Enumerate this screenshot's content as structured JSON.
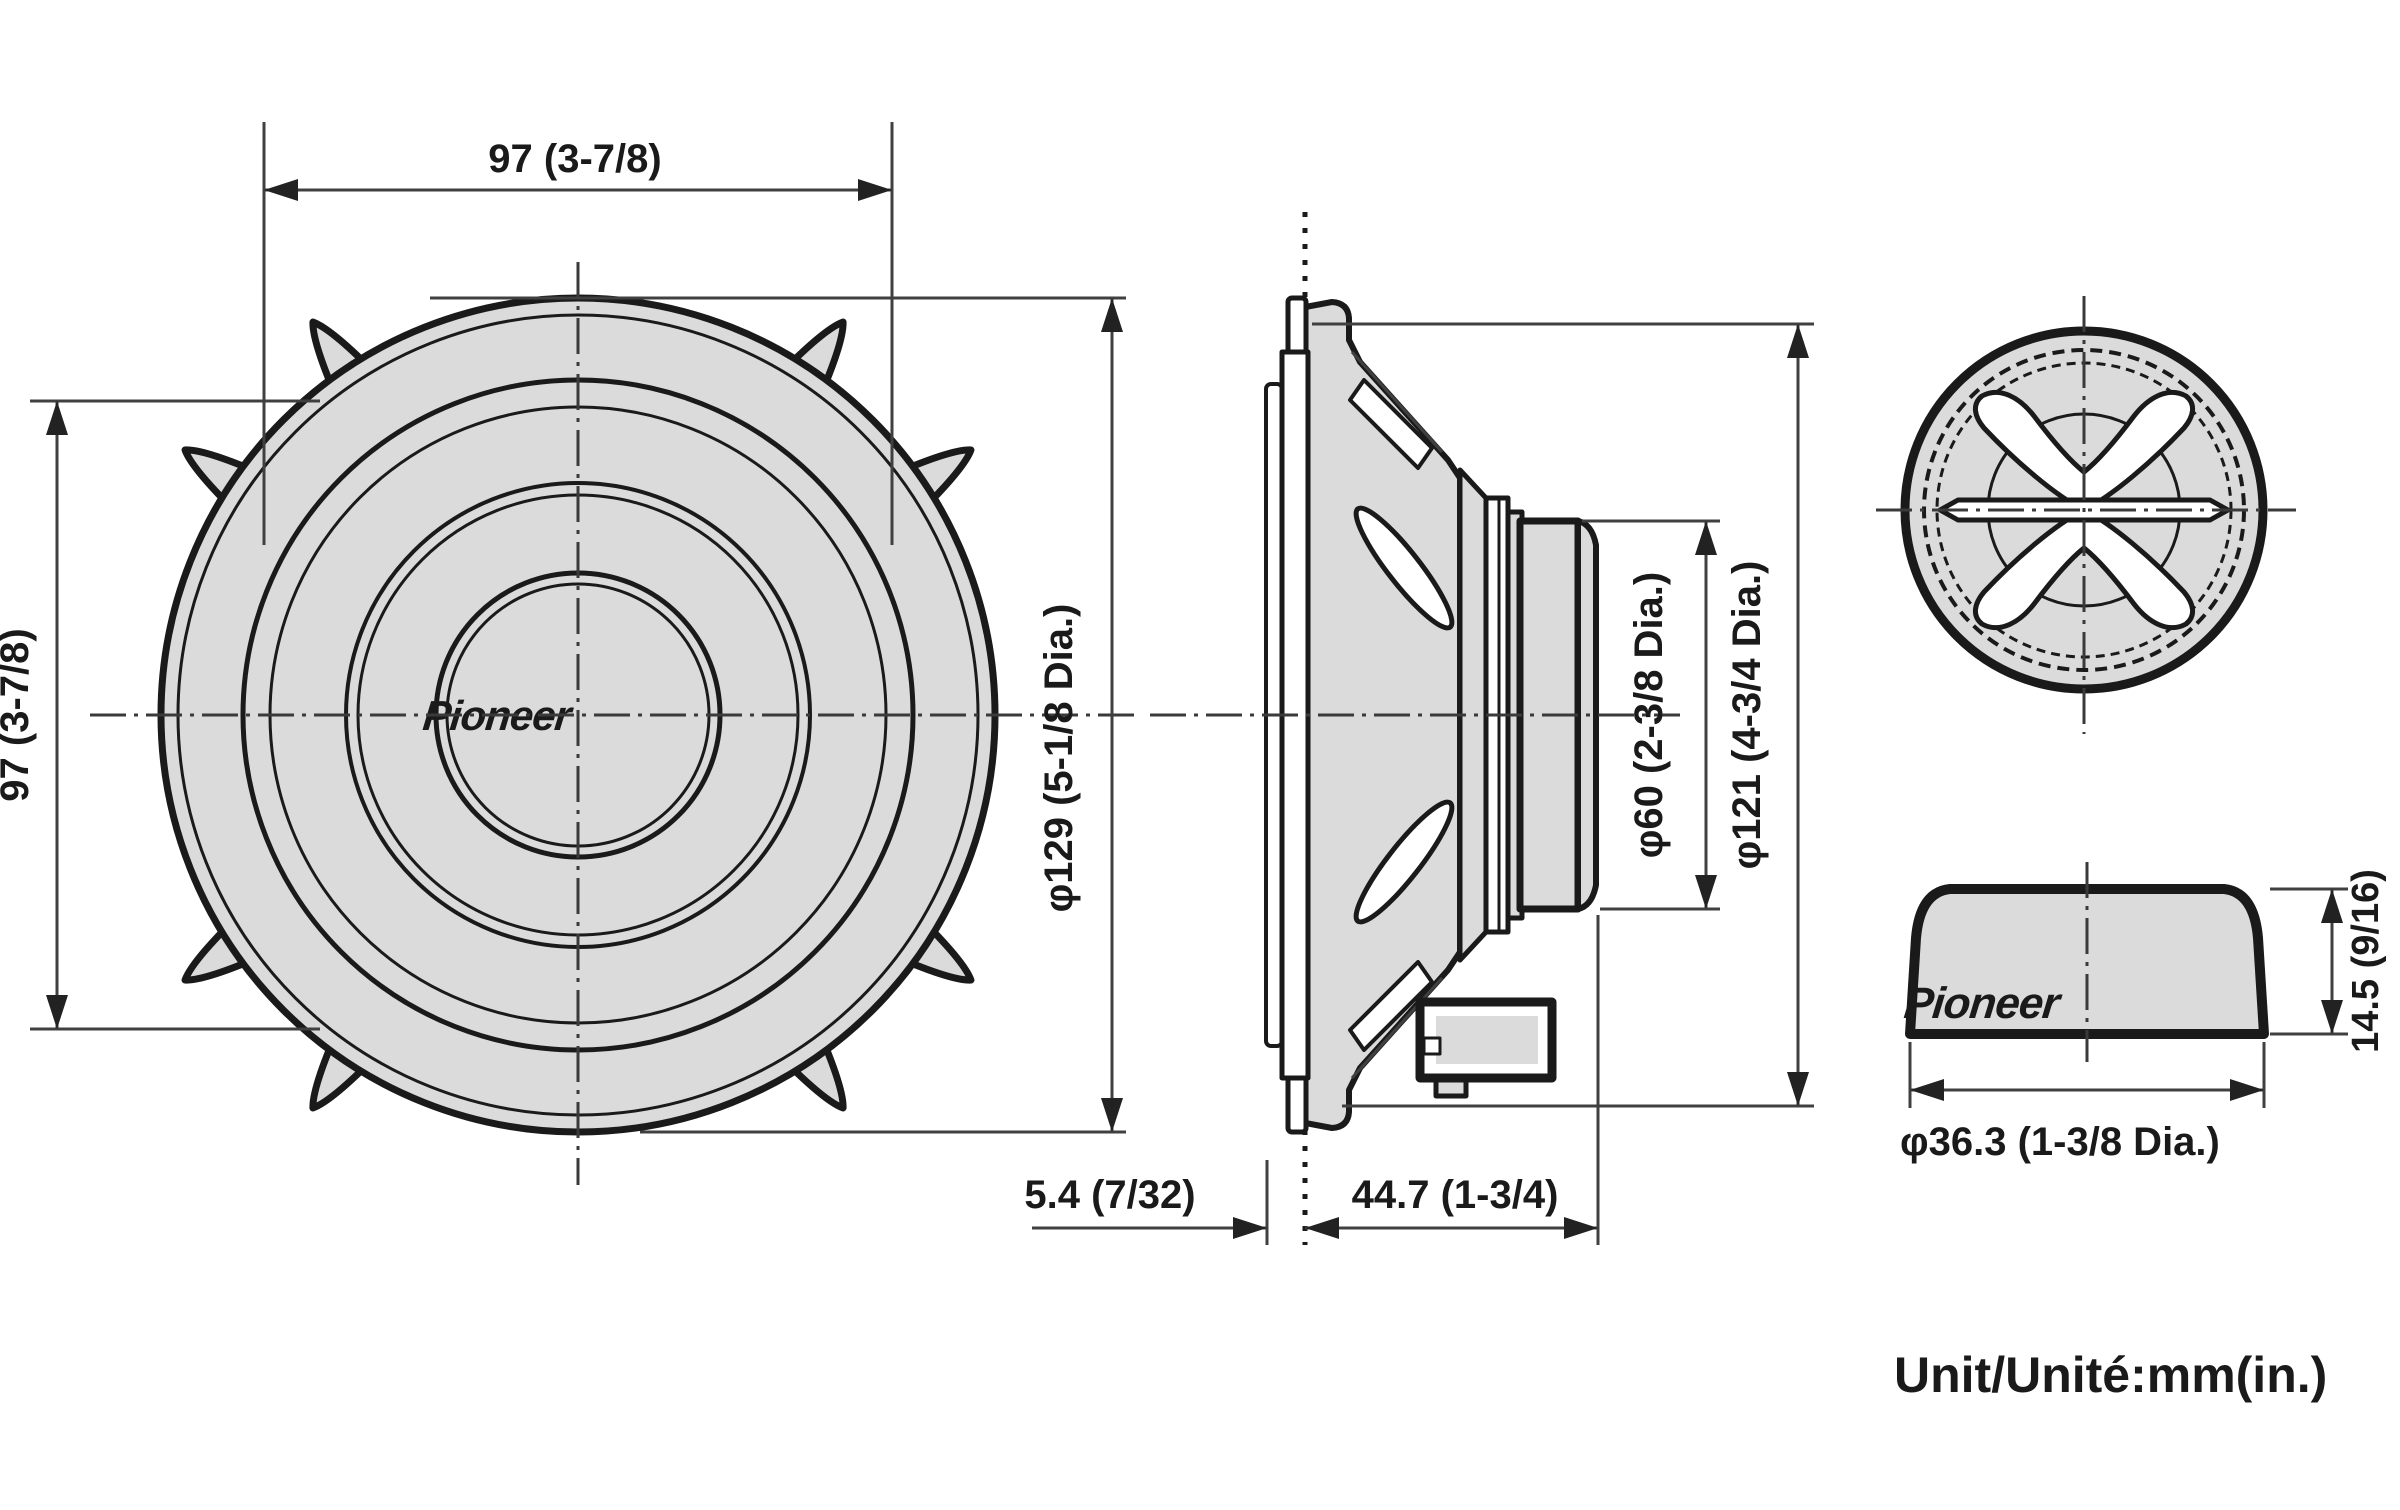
{
  "drawing": {
    "brand": "Pioneer",
    "unit_label": "Unit/Unité:mm(in.)",
    "dimensions": {
      "front_hole_width": "97 (3-7/8)",
      "front_hole_height": "97 (3-7/8)",
      "frame_diameter": "φ129 (5-1/8 Dia.)",
      "magnet_diameter": "φ60 (2-3/8 Dia.)",
      "cutout_diameter": "φ121 (4-3/4 Dia.)",
      "flange_protrusion": "5.4 (7/32)",
      "mounting_depth": "44.7 (1-3/4)",
      "tweeter_diameter": "φ36.3 (1-3/8 Dia.)",
      "tweeter_height": "14.5 (9/16)"
    },
    "colors": {
      "body_fill": "#dbdbdb",
      "outline": "#1a1a1a",
      "dimension_lines": "#404040"
    }
  }
}
